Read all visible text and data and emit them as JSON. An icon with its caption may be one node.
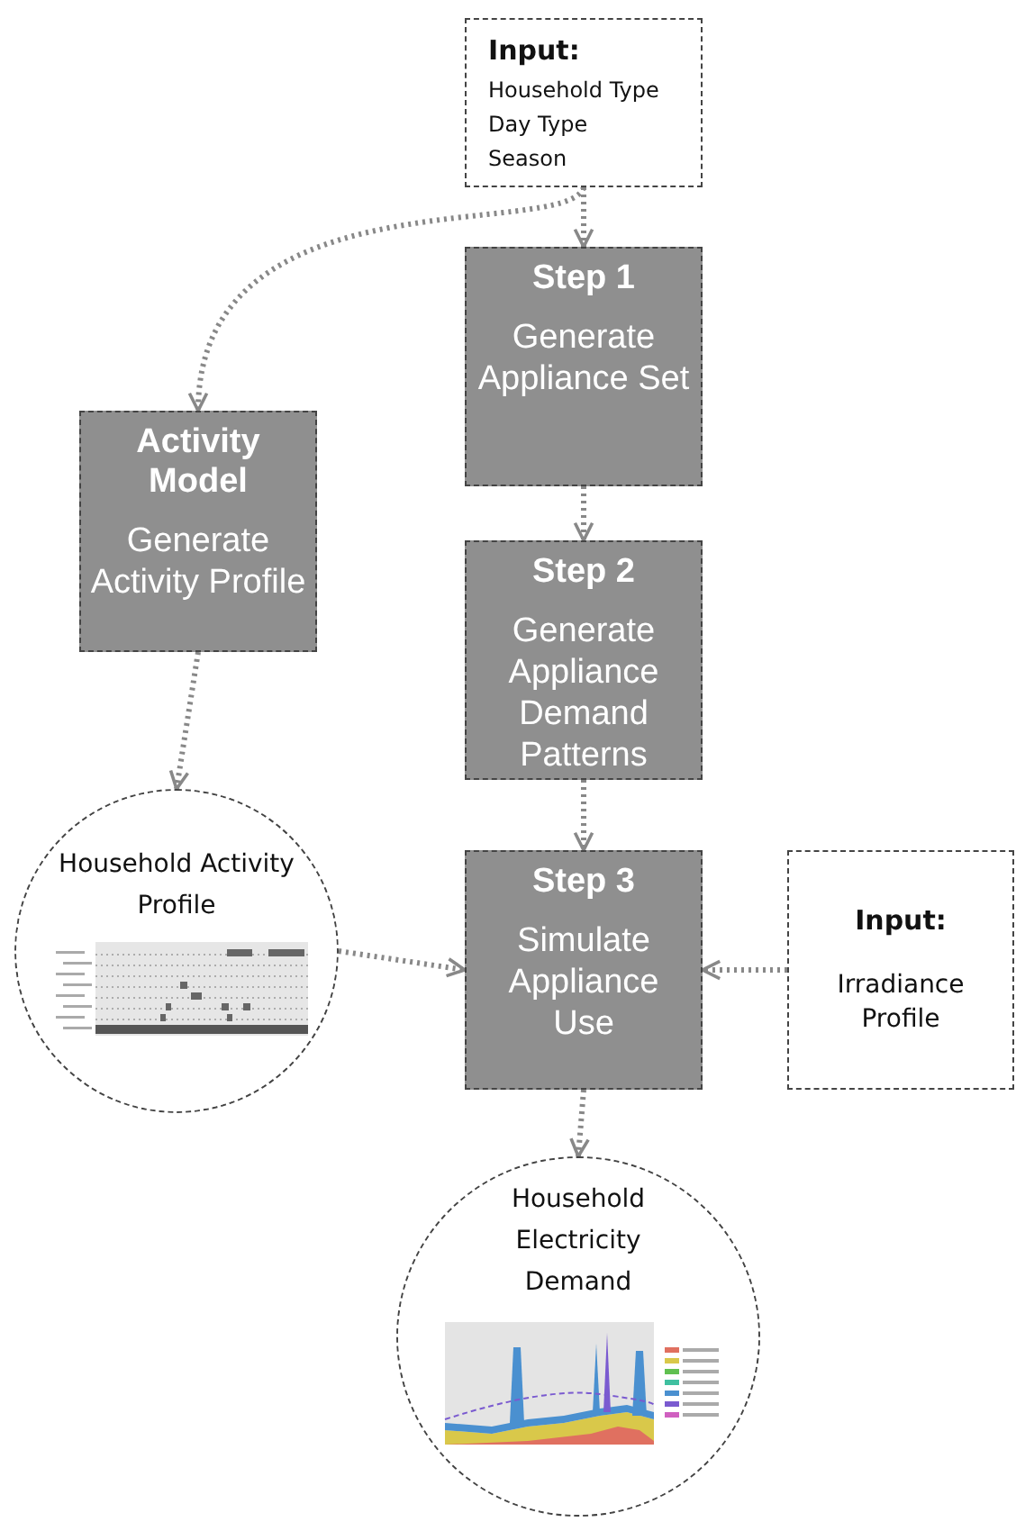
{
  "diagram": {
    "nodes": [
      {
        "text": [
          "Input:",
          "Household Type",
          "Day Type",
          "Season"
        ]
      },
      {
        "text": [
          "Step 1",
          "Generate Appliance Set"
        ]
      },
      {
        "text": [
          "Activity Model",
          "Generate Activity Profile"
        ]
      },
      {
        "text": [
          "Step 2",
          "Generate Appliance Demand Patterns"
        ]
      },
      {
        "text": [
          "Household Activity Profile"
        ]
      },
      {
        "text": [
          "Step 3",
          "Simulate Appliance Use"
        ]
      },
      {
        "text": [
          "Input:",
          "Irradiance Profile"
        ]
      },
      {
        "text": [
          "Household Electricity Demand"
        ]
      }
    ],
    "edges": [
      {
        "from": 0,
        "to": 1,
        "arrow": "to"
      },
      {
        "from": 0,
        "to": 2,
        "arrow": "to"
      },
      {
        "from": 1,
        "to": 3,
        "arrow": "to"
      },
      {
        "from": 2,
        "to": 4,
        "arrow": "to"
      },
      {
        "from": 3,
        "to": 5,
        "arrow": "to"
      },
      {
        "from": 4,
        "to": 5,
        "arrow": "to"
      },
      {
        "from": 6,
        "to": 5,
        "arrow": "to"
      },
      {
        "from": 5,
        "to": 7,
        "arrow": "to"
      }
    ]
  }
}
